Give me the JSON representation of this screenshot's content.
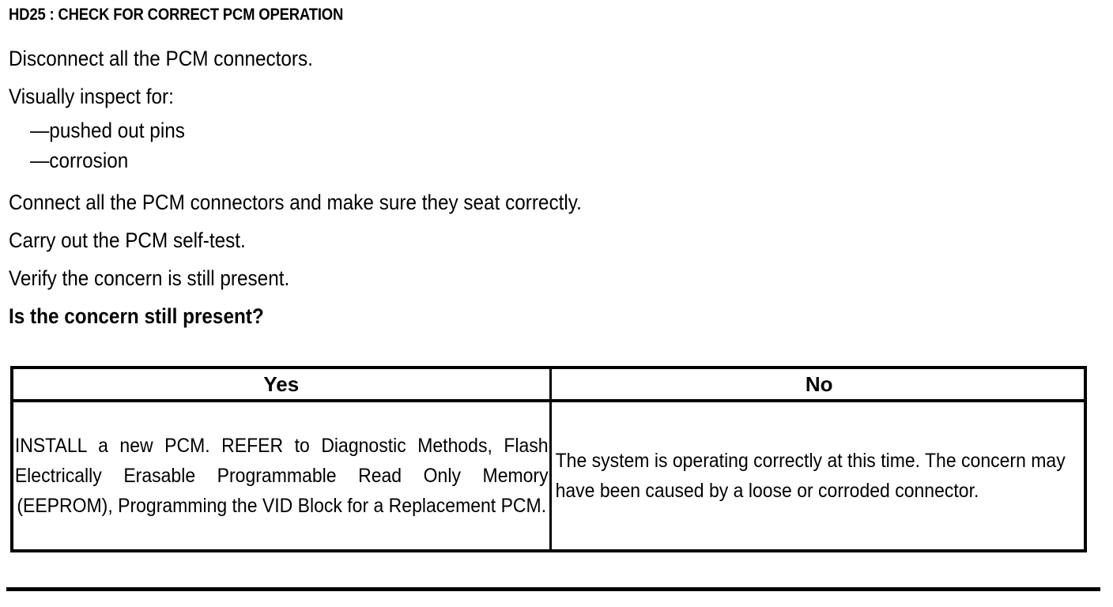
{
  "document": {
    "step_title": "HD25 : CHECK FOR CORRECT PCM OPERATION",
    "instructions": [
      {
        "text": "Disconnect all the PCM connectors.",
        "style": "normal"
      },
      {
        "text": "Visually inspect for:",
        "style": "normal"
      },
      {
        "text": "—pushed out pins",
        "style": "indent"
      },
      {
        "text": "—corrosion",
        "style": "indent"
      },
      {
        "text": "Connect all the PCM connectors and make sure they seat correctly.",
        "style": "normal"
      },
      {
        "text": "Carry out the PCM self-test.",
        "style": "normal"
      },
      {
        "text": "Verify the concern is still present.",
        "style": "normal"
      },
      {
        "text": "Is the concern still present?",
        "style": "bold"
      }
    ]
  },
  "decision_table": {
    "headers": {
      "yes": "Yes",
      "no": "No"
    },
    "cells": {
      "yes": "INSTALL a new PCM. REFER to Diagnostic Methods, Flash Electrically Erasable Programmable Read Only Memory (EEPROM), Programming the VID Block for a Replacement PCM.",
      "no": "The system is operating correctly at this time. The concern may have been caused by a loose or corroded connector."
    }
  },
  "colors": {
    "text": "#000000",
    "background": "#ffffff",
    "border": "#000000"
  }
}
